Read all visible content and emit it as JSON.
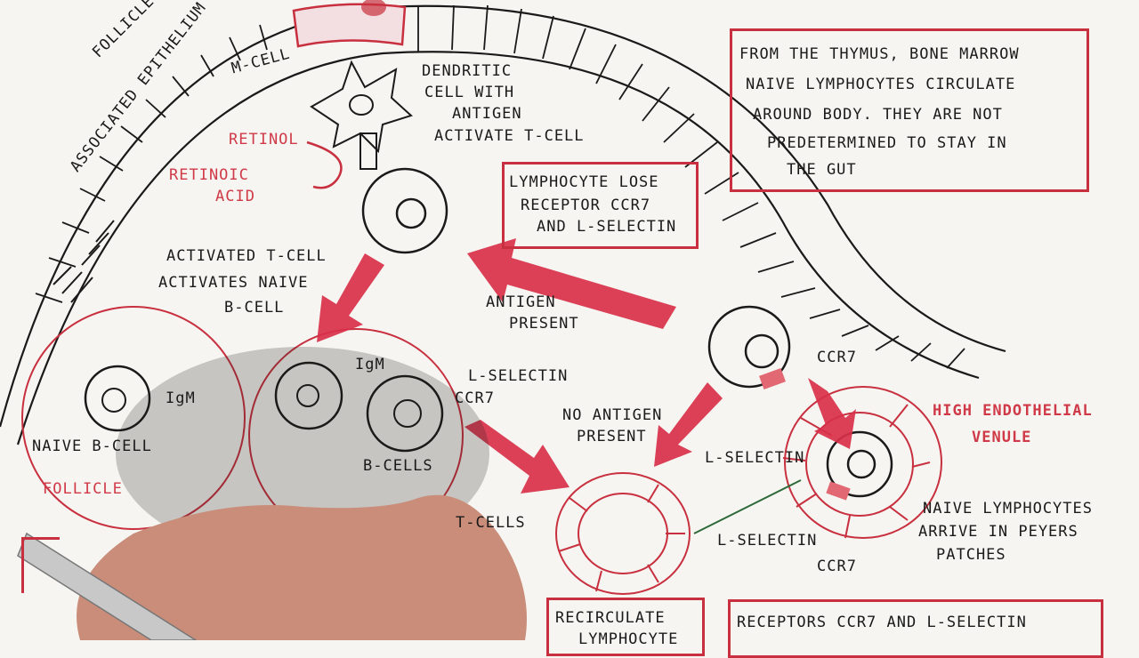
{
  "labels": {
    "follicle": "FOLLICLE",
    "associated_epithelium": "ASSOCIATED EPITHELIUM",
    "m_cell": "M-CELL",
    "dendritic": [
      "DENDRITIC",
      "CELL WITH",
      "ANTIGEN",
      "ACTIVATE T-CELL"
    ],
    "retinol": "RETINOL",
    "retinoic_acid": [
      "RETINOIC",
      "ACID"
    ],
    "activated_t_cell": [
      "ACTIVATED T-CELL",
      "ACTIVATES NAIVE",
      "B-CELL"
    ],
    "igm_left": "IgM",
    "igm_mid": "IgM",
    "naive_b_cell": "NAIVE B-CELL",
    "follicle_bottom": "FOLLICLE",
    "b_cells": "B-CELLS",
    "t_cells": "T-CELLS",
    "l_selectin_ccr7": [
      "L-SELECTIN",
      "CCR7"
    ],
    "antigen_present": [
      "ANTIGEN",
      "PRESENT"
    ],
    "no_antigen_present": [
      "NO ANTIGEN",
      "PRESENT"
    ],
    "ccr7_right": "CCR7",
    "l_selectin_right": "L-SELECTIN",
    "l_selectin_bottom": "L-SELECTIN",
    "ccr7_bottom": "CCR7",
    "hev": [
      "HIGH ENDOTHELIAL",
      "VENULE"
    ],
    "naive_arrive": [
      "NAIVE LYMPHOCYTES",
      "ARRIVE IN PEYERS",
      "PATCHES"
    ]
  },
  "boxes": {
    "thymus": [
      "FROM THE THYMUS, BONE MARROW",
      "NAIVE LYMPHOCYTES CIRCULATE",
      "AROUND BODY. THEY ARE NOT",
      "PREDETERMINED TO STAY IN",
      "THE GUT"
    ],
    "lymphocyte_lose": [
      "LYMPHOCYTE LOSE",
      "RECEPTOR CCR7",
      "AND L-SELECTIN"
    ],
    "recirculate": "RECIRCULATE",
    "recirculate_2": "LYMPHOCYTE",
    "receptors": "RECEPTORS CCR7 AND L-SELECTIN"
  },
  "colors": {
    "ink": "#1a1a1a",
    "red": "#d03a48",
    "arrow": "#d8304a",
    "paper": "#f6f5f1",
    "hand": "#c98d7a"
  }
}
